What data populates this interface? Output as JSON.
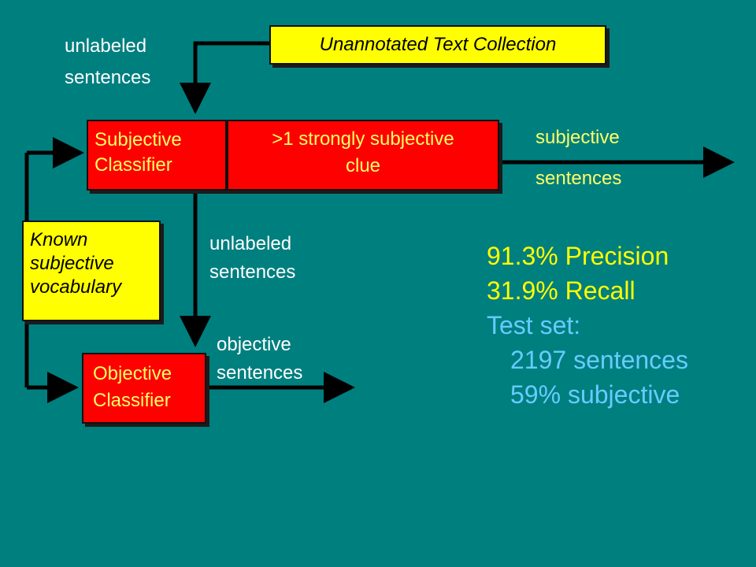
{
  "colors": {
    "background": "#007f7f",
    "box_yellow": "#ffff00",
    "box_red": "#ff0000",
    "text_white": "#ffffff",
    "text_yellow": "#ffff66",
    "stat_yellow": "#ffff00",
    "stat_cyan": "#66ccff",
    "arrow": "#000000"
  },
  "nodes": {
    "unannotated": "Unannotated Text Collection",
    "subjective_classifier": [
      "Subjective",
      "Classifier"
    ],
    "strong_clue": [
      ">1 strongly subjective",
      "clue"
    ],
    "known_vocab": [
      "Known",
      "subjective",
      "vocabulary"
    ],
    "objective_classifier": [
      "Objective",
      "Classifier"
    ]
  },
  "edge_labels": {
    "unlabeled_top": [
      "unlabeled",
      "sentences"
    ],
    "subjective_out": [
      "subjective",
      "sentences"
    ],
    "unlabeled_mid": [
      "unlabeled",
      "sentences"
    ],
    "objective_out": [
      "objective",
      "sentences"
    ]
  },
  "stats": {
    "precision": "91.3% Precision",
    "recall": "31.9% Recall",
    "test_set": "Test set:",
    "sentences": "2197 sentences",
    "subjective": "59% subjective"
  }
}
